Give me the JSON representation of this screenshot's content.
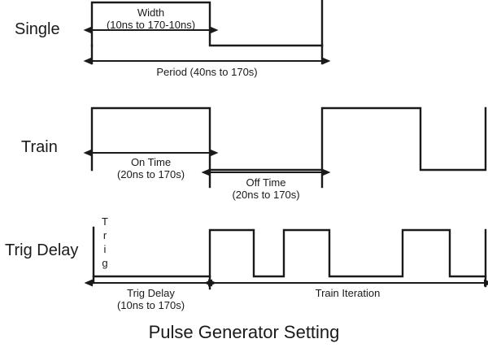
{
  "title": "Pulse Generator Setting",
  "colors": {
    "background": "#ffffff",
    "waveform": "#1a1a1a",
    "text": "#1a1a1a"
  },
  "rows": {
    "single": {
      "label": "Single",
      "annotations": {
        "width": {
          "name": "Width",
          "range": "(10ns to 170-10ns)"
        },
        "period": {
          "name": "Period (40ns to 170s)"
        }
      }
    },
    "train": {
      "label": "Train",
      "annotations": {
        "on_time": {
          "name": "On Time",
          "range": "(20ns to 170s)"
        },
        "off_time": {
          "name": "Off Time",
          "range": "(20ns to 170s)"
        }
      }
    },
    "trig_delay": {
      "label": "Trig Delay",
      "trigger_letters": [
        "T",
        "r",
        "i",
        "g"
      ],
      "annotations": {
        "trig_delay": {
          "name": "Trig Delay",
          "range": "(10ns to 170s)"
        },
        "train_iteration": {
          "name": "Train Iteration"
        }
      }
    }
  },
  "chart_data": {
    "type": "line",
    "title": "Pulse Generator Setting",
    "xlabel": "",
    "ylabel": "",
    "grid": false,
    "legend_position": "none",
    "xlim": [
      0,
      600
    ],
    "series": [
      {
        "name": "Single",
        "row_label": "Single",
        "high_y": 3,
        "low_y": 55,
        "transitions_x": [
          113,
          258,
          396
        ],
        "levels": [
          "rise",
          "fall",
          "rise"
        ],
        "description": "One pulse: rises at 113, falls at 258, next period rises at 396"
      },
      {
        "name": "Train",
        "row_label": "Train",
        "high_y": 133,
        "low_y": 208,
        "transitions_x": [
          113,
          258,
          396,
          517,
          597
        ],
        "levels": [
          "rise",
          "fall",
          "rise",
          "fall",
          "rise"
        ],
        "description": "Burst train: on from 113-258, off 258-396, on 396-517, off 517-597"
      },
      {
        "name": "Trig Delay",
        "row_label": "Trig Delay",
        "high_y": 283,
        "low_y": 340,
        "trigger_x": 115,
        "transitions_x": [
          258,
          312,
          349,
          405,
          495,
          553,
          597
        ],
        "levels": [
          "rise",
          "fall",
          "rise",
          "fall",
          "rise",
          "fall",
          "rise"
        ],
        "description": "Trigger at 115, delay until 258, then pulse train iterations"
      }
    ],
    "dimension_arrows": [
      {
        "label": "Width",
        "sublabel": "(10ns to 170-10ns)",
        "x1": 113,
        "x2": 258,
        "y": 37
      },
      {
        "label": "Period (40ns to 170s)",
        "sublabel": "",
        "x1": 113,
        "x2": 396,
        "y": 75
      },
      {
        "label": "On Time",
        "sublabel": "(20ns to 170s)",
        "x1": 113,
        "x2": 258,
        "y": 188
      },
      {
        "label": "Off Time",
        "sublabel": "(20ns to 170s)",
        "x1": 258,
        "x2": 396,
        "y": 212
      },
      {
        "label": "Trig Delay",
        "sublabel": "(10ns to 170s)",
        "x1": 113,
        "x2": 258,
        "y": 348
      },
      {
        "label": "Train Iteration",
        "sublabel": "",
        "x1": 260,
        "x2": 595,
        "y": 348
      }
    ]
  }
}
